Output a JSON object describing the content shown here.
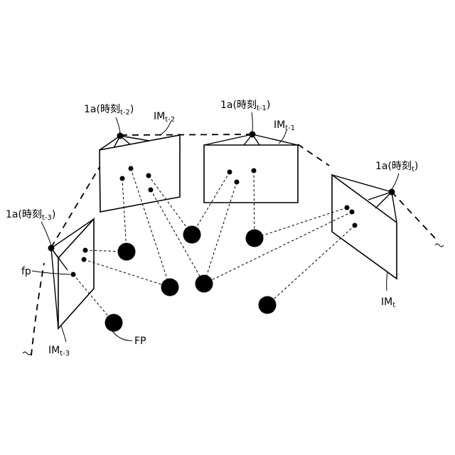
{
  "labels": {
    "cam_t3_prefix": "1a(時刻",
    "cam_t3_sub": "t-3",
    "cam_t3_suffix": ")",
    "cam_t2_prefix": "1a(時刻",
    "cam_t2_sub": "t-2",
    "cam_t2_suffix": ")",
    "cam_t1_prefix": "1a(時刻",
    "cam_t1_sub": "t-1",
    "cam_t1_suffix": ")",
    "cam_t_prefix": "1a(時刻",
    "cam_t_sub": "t",
    "cam_t_suffix": ")",
    "im_t3_main": "IM",
    "im_t3_sub": "t-3",
    "im_t2_main": "IM",
    "im_t2_sub": "t-2",
    "im_t1_main": "IM",
    "im_t1_sub": "t-1",
    "im_t_main": "IM",
    "im_t_sub": "t",
    "feature_point_image": "fp",
    "feature_point_3d": "FP"
  },
  "colors": {
    "ink": "#000000",
    "background": "#ffffff"
  }
}
